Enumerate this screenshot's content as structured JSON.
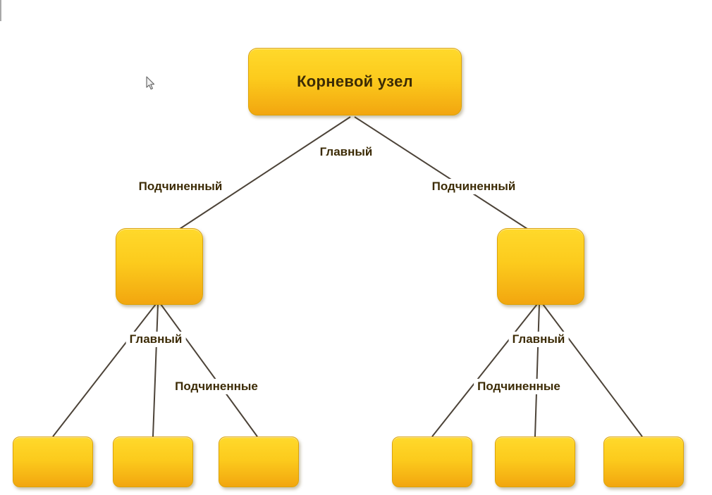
{
  "diagram": {
    "root_label": "Корневой узел",
    "labels": {
      "root_edge": "Главный",
      "left_child_edge": "Подчиненный",
      "right_child_edge": "Подчиненный",
      "left_branch_edge": "Главный",
      "right_branch_edge": "Главный",
      "left_leaves_edge": "Подчиненные",
      "right_leaves_edge": "Подчиненные"
    },
    "colors": {
      "node_top": "#ffd92b",
      "node_bottom": "#f2a60f",
      "node_border": "#dca308",
      "label_text": "#3c2b05",
      "line": "#4c4338"
    }
  }
}
